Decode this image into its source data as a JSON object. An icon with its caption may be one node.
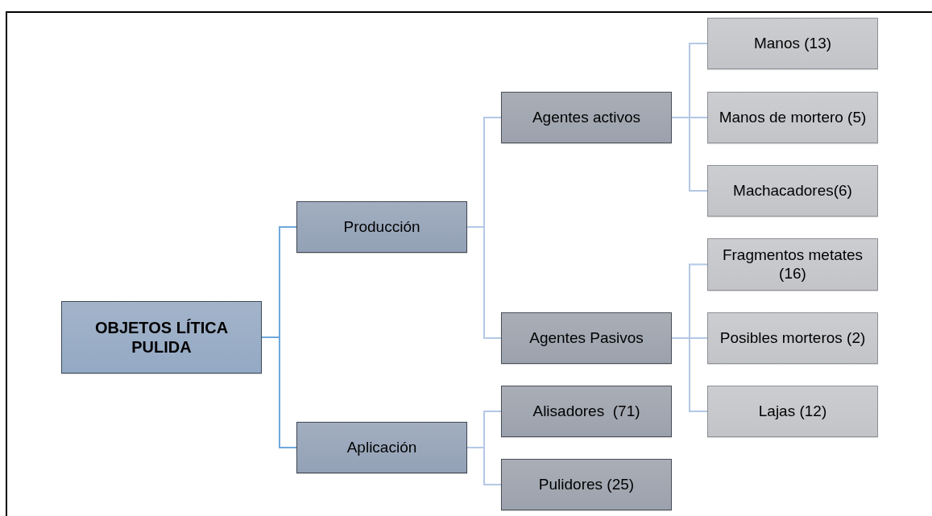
{
  "diagram": {
    "nodes": [
      {
        "text": [
          "OBJETOS LÍTICA PULIDA"
        ]
      },
      {
        "text": [
          "Producción"
        ]
      },
      {
        "text": [
          "Aplicación"
        ]
      },
      {
        "text": [
          "Agentes activos"
        ]
      },
      {
        "text": [
          "Agentes Pasivos"
        ]
      },
      {
        "text": [
          "Alisadores  (71)"
        ]
      },
      {
        "text": [
          "Pulidores (25)"
        ]
      },
      {
        "text": [
          "Manos (13)"
        ]
      },
      {
        "text": [
          "Manos de mortero (5)"
        ]
      },
      {
        "text": [
          "Machacadores(6)"
        ]
      },
      {
        "text": [
          "Fragmentos metates (16)"
        ]
      },
      {
        "text": [
          "Posibles morteros (2)"
        ]
      },
      {
        "text": [
          "Lajas (12)"
        ]
      }
    ],
    "edges": [
      {
        "from": 0,
        "to": 1,
        "arrow": "none",
        "color": "#6fa8dc"
      },
      {
        "from": 0,
        "to": 2,
        "arrow": "none",
        "color": "#6fa8dc"
      },
      {
        "from": 1,
        "to": 3,
        "arrow": "none"
      },
      {
        "from": 1,
        "to": 4,
        "arrow": "none"
      },
      {
        "from": 2,
        "to": 5,
        "arrow": "none"
      },
      {
        "from": 2,
        "to": 6,
        "arrow": "none"
      },
      {
        "from": 3,
        "to": 7,
        "arrow": "none"
      },
      {
        "from": 3,
        "to": 8,
        "arrow": "none"
      },
      {
        "from": 3,
        "to": 9,
        "arrow": "none"
      },
      {
        "from": 4,
        "to": 10,
        "arrow": "none"
      },
      {
        "from": 4,
        "to": 11,
        "arrow": "none"
      },
      {
        "from": 4,
        "to": 12,
        "arrow": "none"
      }
    ]
  }
}
